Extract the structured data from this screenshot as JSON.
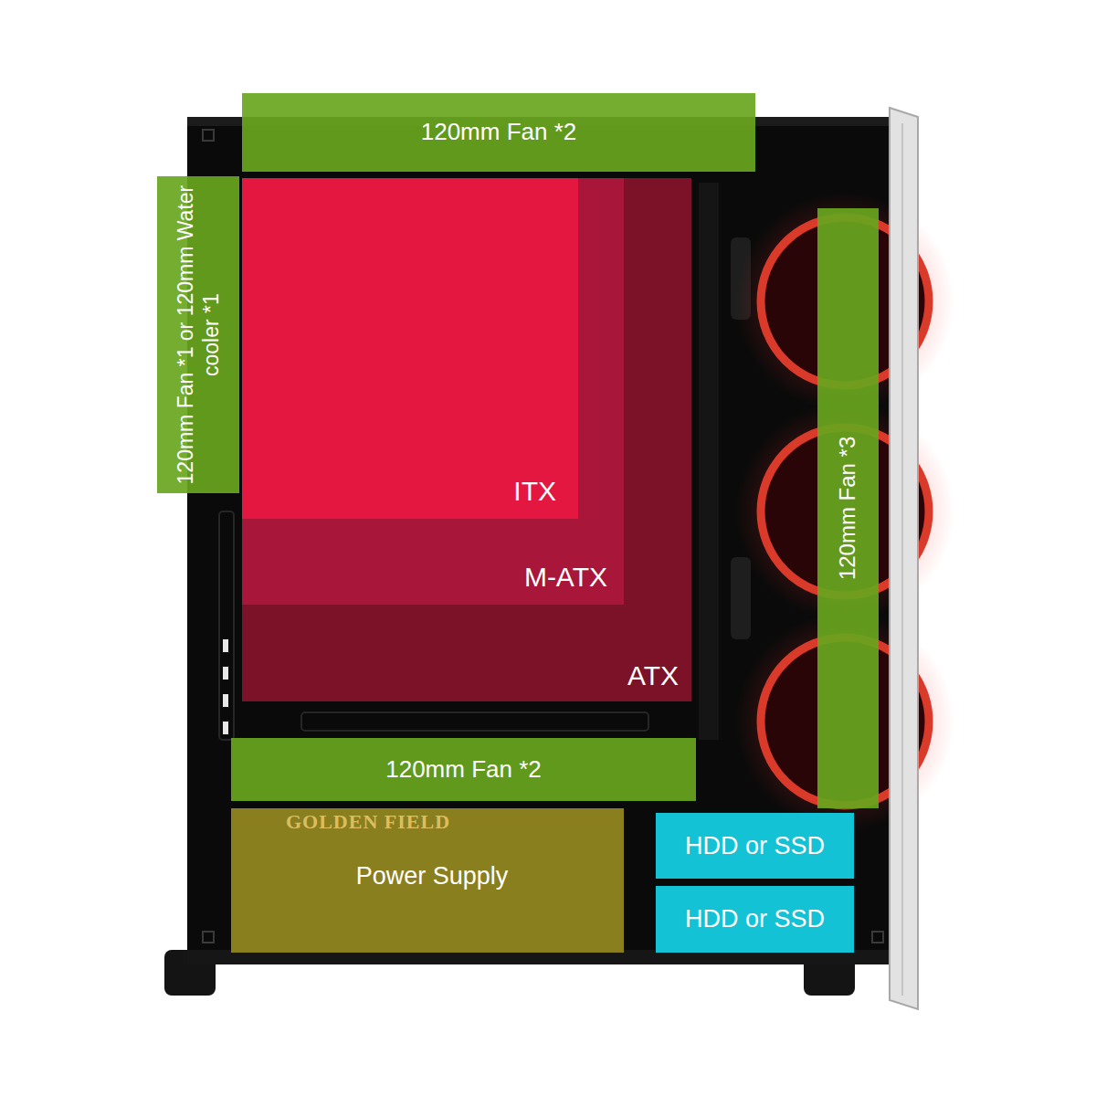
{
  "diagram": {
    "nodes": [
      {
        "text": [
          "120mm Fan *2"
        ]
      },
      {
        "text": [
          "120mm Fan *1 or 120mm Water cooler *1"
        ]
      },
      {
        "text": [
          "ATX"
        ]
      },
      {
        "text": [
          "M-ATX"
        ],
        "in": 2
      },
      {
        "text": [
          "ITX"
        ],
        "in": 3
      },
      {
        "text": [
          "120mm Fan *3"
        ]
      },
      {
        "text": [
          "120mm Fan *2"
        ]
      },
      {
        "text": [
          "GOLDEN FIELD",
          "Power Supply"
        ]
      },
      {
        "text": [
          "HDD or SSD"
        ]
      },
      {
        "text": [
          "HDD or SSD"
        ]
      }
    ]
  }
}
